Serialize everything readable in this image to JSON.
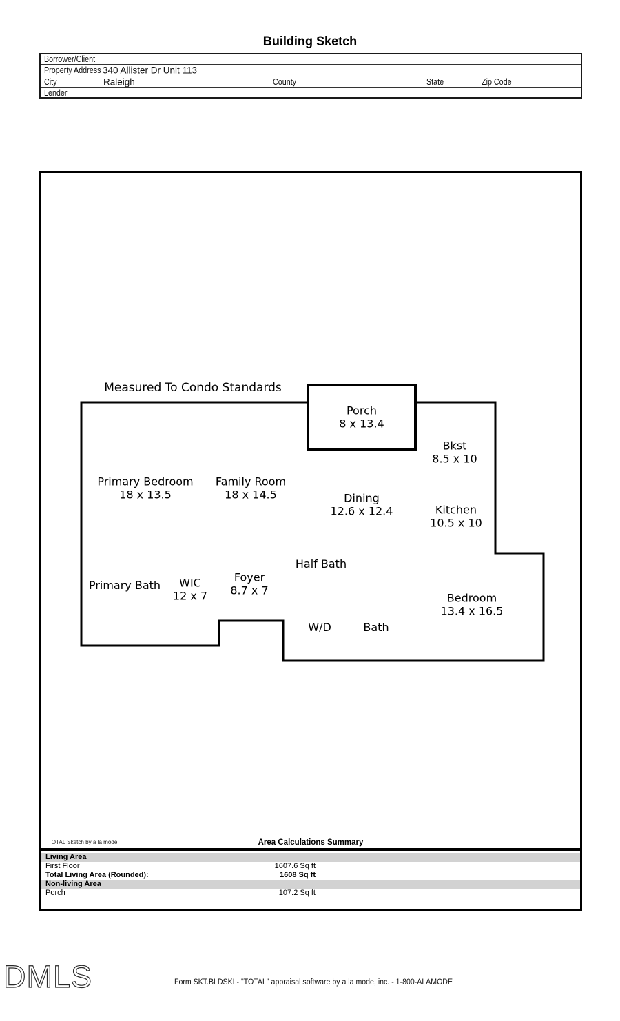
{
  "title": "Building Sketch",
  "form": {
    "borrower_label": "Borrower/Client",
    "property_address_label": "Property Address",
    "property_address_value": "340 Allister Dr Unit 113",
    "city_label": "City",
    "city_value": "Raleigh",
    "county_label": "County",
    "state_label": "State",
    "zip_label": "Zip Code",
    "lender_label": "Lender"
  },
  "sketch": {
    "note": "Measured To Condo Standards",
    "rooms": [
      {
        "name": "Porch",
        "dims": "8 x 13.4"
      },
      {
        "name": "Bkst",
        "dims": "8.5 x 10"
      },
      {
        "name": "Primary Bedroom",
        "dims": "18 x 13.5"
      },
      {
        "name": "Family Room",
        "dims": "18 x 14.5"
      },
      {
        "name": "Dining",
        "dims": "12.6 x 12.4"
      },
      {
        "name": "Kitchen",
        "dims": "10.5 x 10"
      },
      {
        "name": "Half Bath",
        "dims": ""
      },
      {
        "name": "Primary Bath",
        "dims": ""
      },
      {
        "name": "WIC",
        "dims": "12 x 7"
      },
      {
        "name": "Foyer",
        "dims": "8.7 x 7"
      },
      {
        "name": "Bedroom",
        "dims": "13.4 x 16.5"
      },
      {
        "name": "W/D",
        "dims": ""
      },
      {
        "name": "Bath",
        "dims": ""
      }
    ]
  },
  "summary": {
    "credit": "TOTAL Sketch by a la mode",
    "header": "Area Calculations Summary",
    "living_area_label": "Living Area",
    "first_floor_label": "First Floor",
    "first_floor_value": "1607.6 Sq ft",
    "total_label": "Total Living Area (Rounded):",
    "total_value": "1608 Sq ft",
    "nonliving_label": "Non-living Area",
    "porch_label": "Porch",
    "porch_value": "107.2 Sq ft"
  },
  "footer": {
    "logo": "DMLS",
    "form_line": "Form SKT.BLDSKI - \"TOTAL\" appraisal software by a la mode, inc. - 1-800-ALAMODE"
  }
}
